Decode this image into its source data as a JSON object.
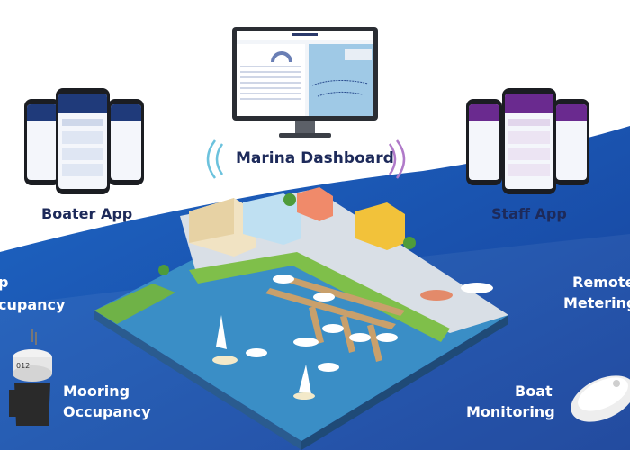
{
  "dashboard": {
    "title": "Marina Dashboard"
  },
  "apps": {
    "boater": "Boater App",
    "staff": "Staff App"
  },
  "features": {
    "slip_occupancy_line1": "p",
    "slip_occupancy_line2": "cupancy",
    "remote_line1": "Remote",
    "remote_line2": "Metering",
    "mooring_line1": "Mooring",
    "mooring_line2": "Occupancy",
    "boat_line1": "Boat",
    "boat_line2": "Monitoring"
  },
  "colors": {
    "navy": "#1d2a5a",
    "blue_band": "#1a4fb0",
    "water": "#2f7fb8",
    "accent_purple": "#6a2a8f"
  },
  "icons": [
    "wifi-signal-icon",
    "sensor-device-icon",
    "boat-sensor-icon"
  ]
}
